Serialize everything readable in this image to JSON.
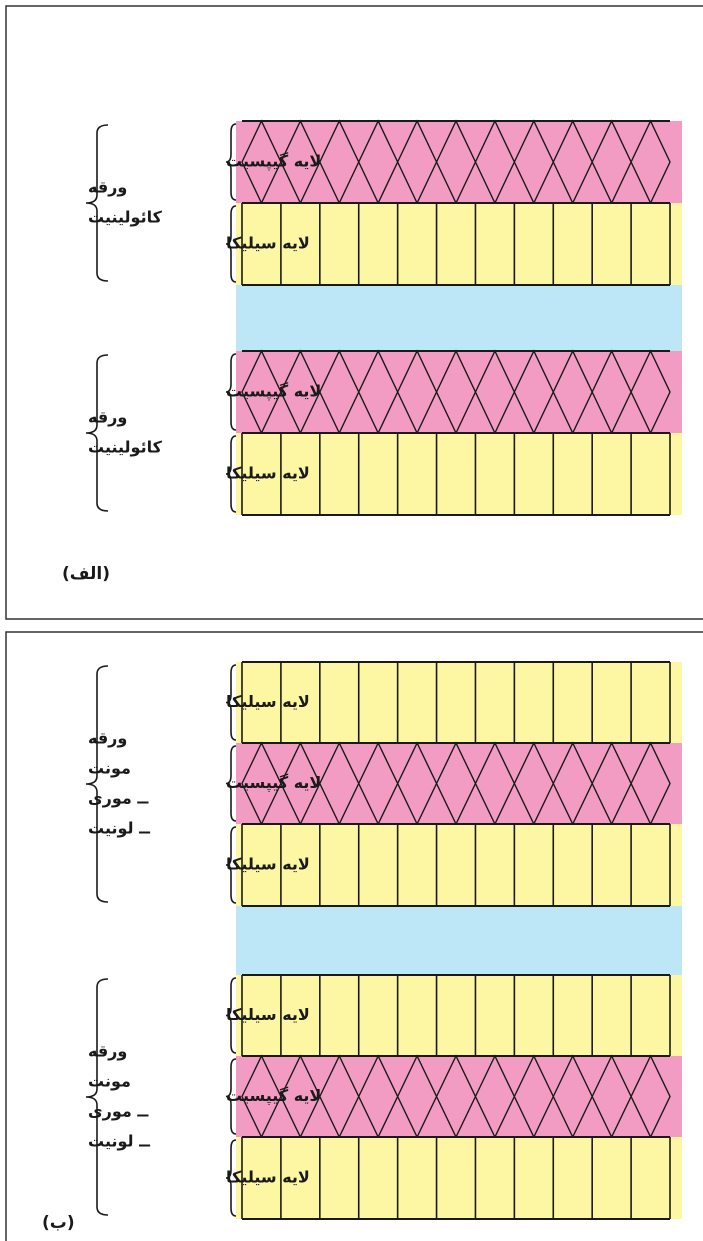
{
  "colors": {
    "gypsite": "#f29cc3",
    "silica": "#fdf6a3",
    "interlayer": "#bde6f7",
    "line": "#1a1a1a",
    "frame": "#333333"
  },
  "panel_a": {
    "caption": "(الف)",
    "sheets": [
      {
        "sheet_label": [
          "ورقه",
          "کائولینیت"
        ],
        "layers": [
          {
            "label": "لایه گیپسیت",
            "pattern": "gypsite"
          },
          {
            "label": "لایه سیلیکا",
            "pattern": "silica"
          }
        ]
      },
      {
        "sheet_label": [
          "ورقه",
          "کائولینیت"
        ],
        "layers": [
          {
            "label": "لایه گیپسیت",
            "pattern": "gypsite"
          },
          {
            "label": "لایه سیلیکا",
            "pattern": "silica"
          }
        ]
      }
    ]
  },
  "panel_b": {
    "caption": "(ب)",
    "sheets": [
      {
        "sheet_label": [
          "ورقه",
          "مونت",
          "ــ موری",
          "ــ لونیت"
        ],
        "layers": [
          {
            "label": "لایه سیلیکا",
            "pattern": "silica"
          },
          {
            "label": "لایه گیپسیت",
            "pattern": "gypsite"
          },
          {
            "label": "لایه سیلیکا",
            "pattern": "silica"
          }
        ]
      },
      {
        "sheet_label": [
          "ورقه",
          "مونت",
          "ــ موری",
          "ــ لونیت"
        ],
        "layers": [
          {
            "label": "لایه سیلیکا",
            "pattern": "silica"
          },
          {
            "label": "لایه گیپسیت",
            "pattern": "gypsite"
          },
          {
            "label": "لایه سیلیکا",
            "pattern": "silica"
          }
        ]
      }
    ]
  }
}
